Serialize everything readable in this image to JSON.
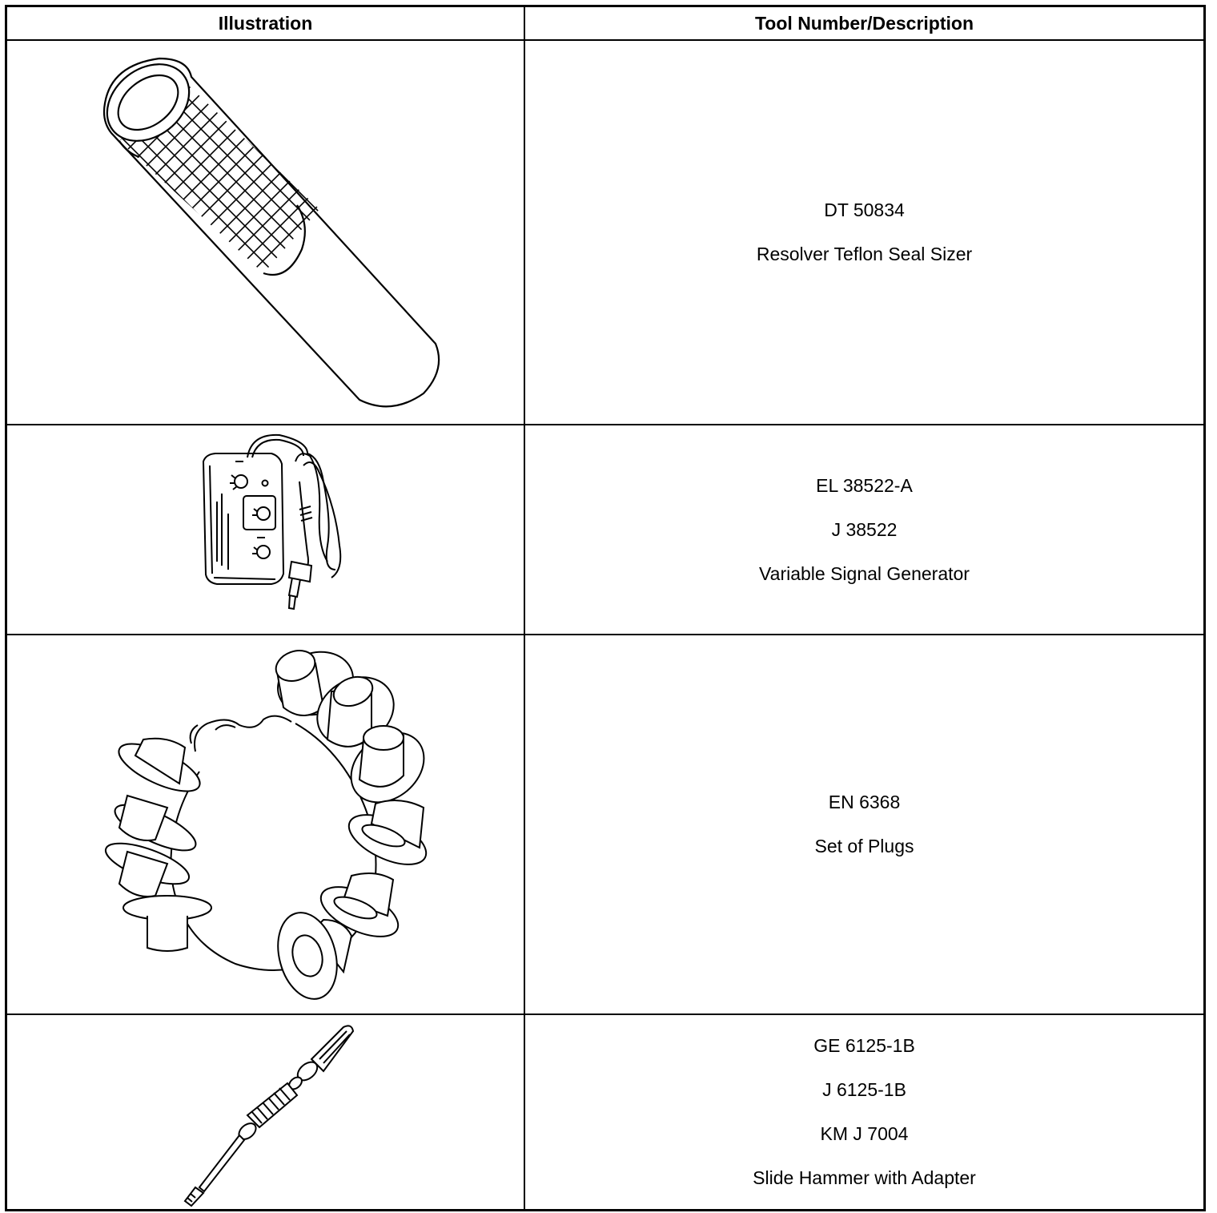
{
  "table": {
    "headers": {
      "illustration": "Illustration",
      "description": "Tool Number/Description"
    },
    "rows": [
      {
        "icon": "seal-sizer-icon",
        "lines": [
          "DT 50834",
          "Resolver Teflon Seal Sizer"
        ]
      },
      {
        "icon": "signal-generator-icon",
        "lines": [
          "EL 38522-A",
          "J 38522",
          "Variable Signal Generator"
        ]
      },
      {
        "icon": "plug-set-icon",
        "lines": [
          "EN 6368",
          "Set of Plugs"
        ]
      },
      {
        "icon": "slide-hammer-icon",
        "lines": [
          "GE 6125-1B",
          "J 6125-1B",
          "KM J 7004",
          "Slide Hammer with Adapter"
        ]
      }
    ]
  }
}
